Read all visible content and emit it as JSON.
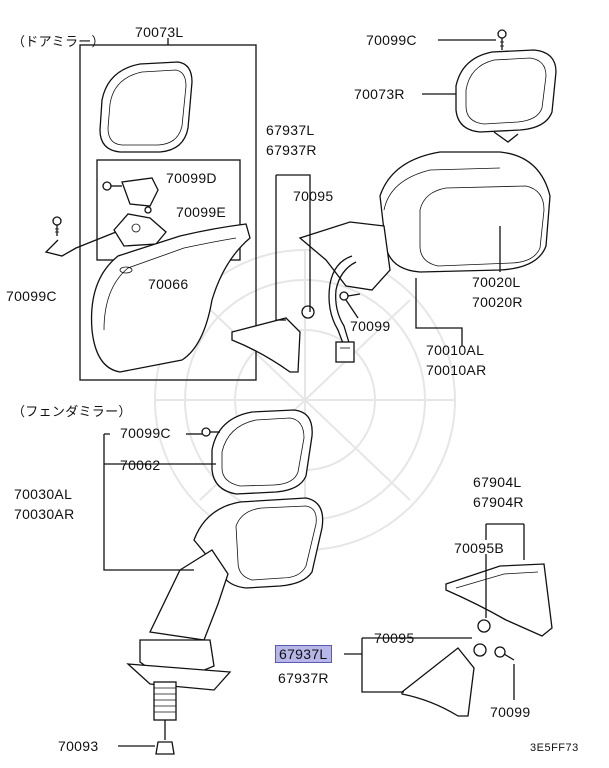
{
  "sections": {
    "door_mirror": "（ドアミラー）",
    "fender_mirror": "（フェンダミラー）"
  },
  "parts": {
    "p70073L": "70073L",
    "p70099C_top": "70099C",
    "p70073R": "70073R",
    "p67937L_top": "67937L",
    "p67937R_top": "67937R",
    "p70099D": "70099D",
    "p70099E": "70099E",
    "p70095_top": "70095",
    "p70099C_left": "70099C",
    "p70066": "70066",
    "p70099_mid": "70099",
    "p70020L": "70020L",
    "p70020R": "70020R",
    "p70010AL": "70010AL",
    "p70010AR": "70010AR",
    "p70099C_fender": "70099C",
    "p70062": "70062",
    "p70030AL": "70030AL",
    "p70030AR": "70030AR",
    "p67904L": "67904L",
    "p67904R": "67904R",
    "p70095B": "70095B",
    "p70095_bot": "70095",
    "p67937L_bot": "67937L",
    "p67937R_bot": "67937R",
    "p70099_bot": "70099",
    "p70093": "70093"
  },
  "diagram_code": "3E5FF73"
}
